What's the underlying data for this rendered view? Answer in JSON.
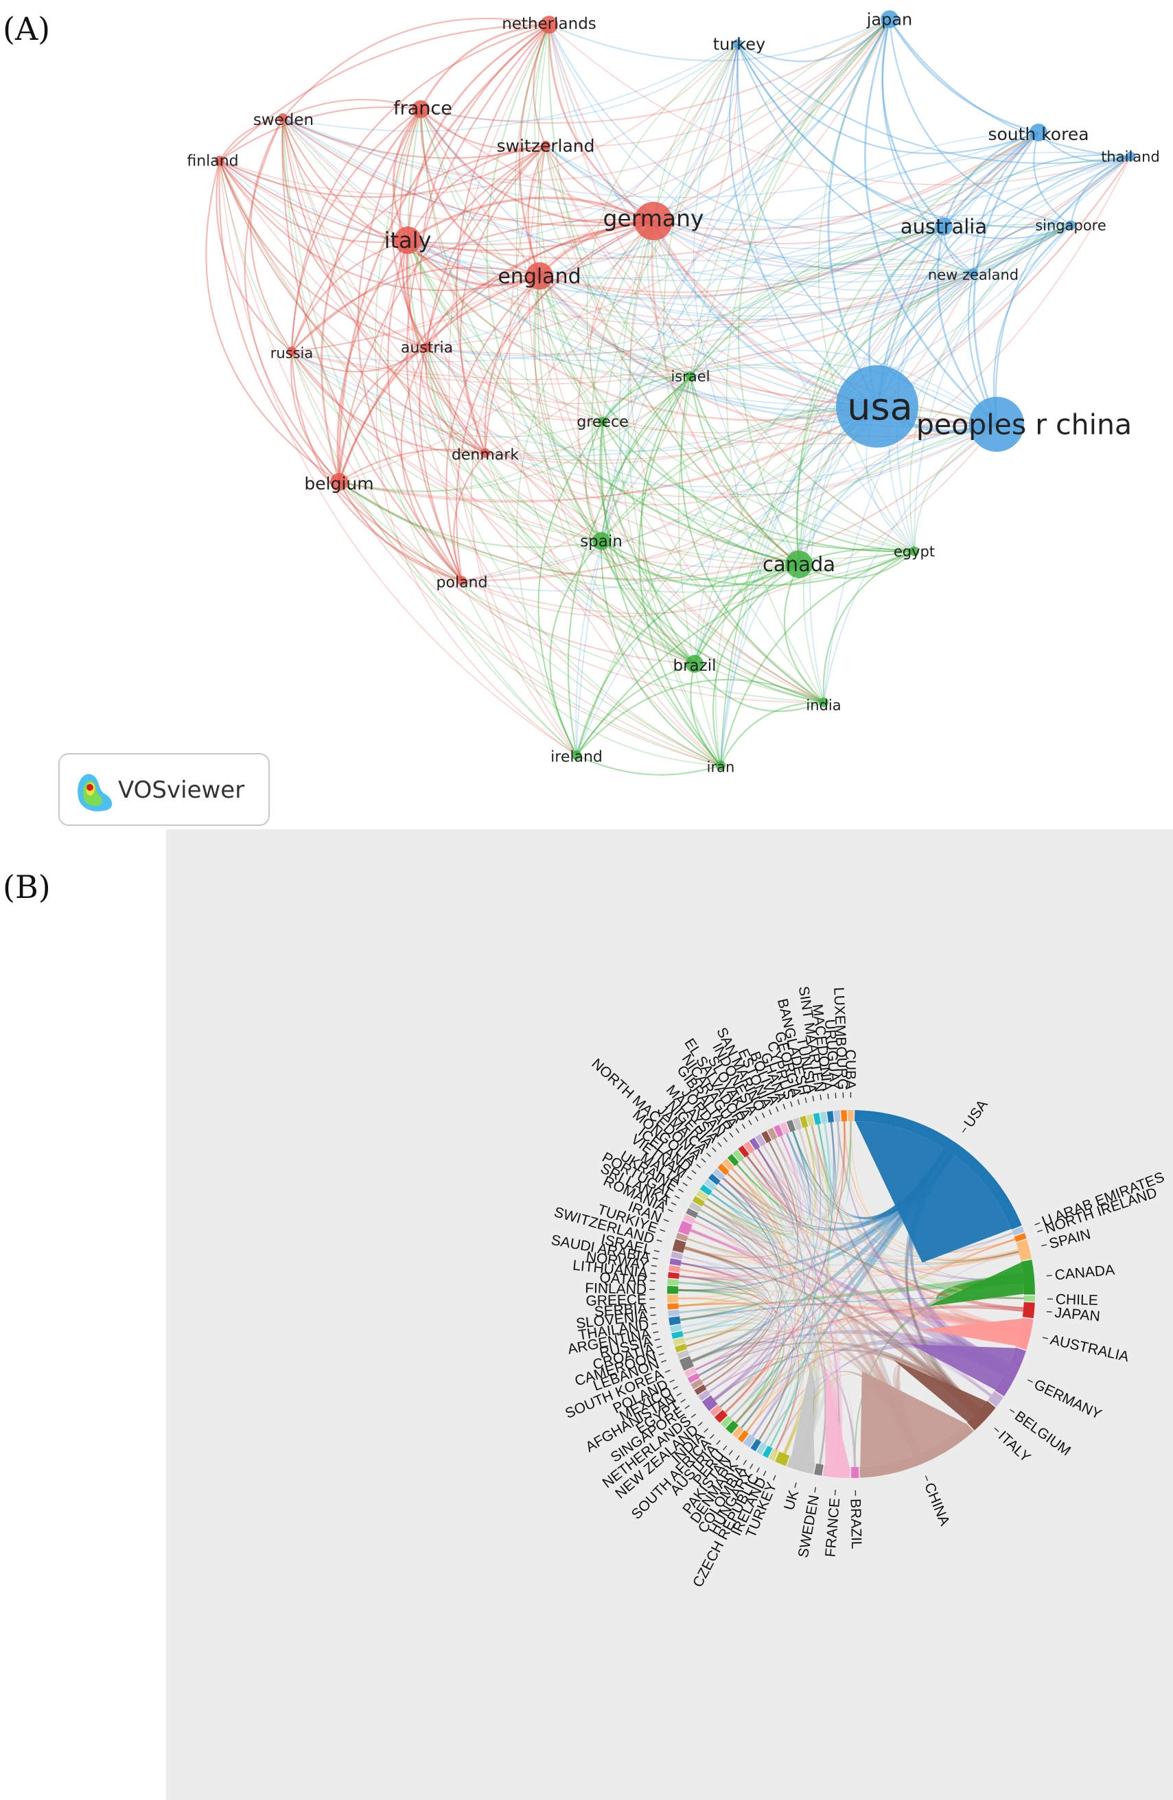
{
  "panels": {
    "a_label": "(A)",
    "b_label": "(B)"
  },
  "colors": {
    "red_cluster": "#e8584f",
    "green_cluster": "#3fb23f",
    "blue_cluster": "#4aa0e0",
    "chord_bg": "#ececec"
  },
  "network": {
    "logo_text": "VOSviewer",
    "nodes": [
      {
        "id": "netherlands",
        "label": "netherlands",
        "cluster": "red",
        "weight": 2
      },
      {
        "id": "france",
        "label": "france",
        "cluster": "red",
        "weight": 2
      },
      {
        "id": "sweden",
        "label": "sweden",
        "cluster": "red",
        "weight": 1
      },
      {
        "id": "finland",
        "label": "finland",
        "cluster": "red",
        "weight": 1
      },
      {
        "id": "switzerland",
        "label": "switzerland",
        "cluster": "red",
        "weight": 1
      },
      {
        "id": "germany",
        "label": "germany",
        "cluster": "red",
        "weight": 4
      },
      {
        "id": "italy",
        "label": "italy",
        "cluster": "red",
        "weight": 3
      },
      {
        "id": "england",
        "label": "england",
        "cluster": "red",
        "weight": 3
      },
      {
        "id": "russia",
        "label": "russia",
        "cluster": "red",
        "weight": 1
      },
      {
        "id": "austria",
        "label": "austria",
        "cluster": "red",
        "weight": 1
      },
      {
        "id": "denmark",
        "label": "denmark",
        "cluster": "red",
        "weight": 1
      },
      {
        "id": "belgium",
        "label": "belgium",
        "cluster": "red",
        "weight": 2
      },
      {
        "id": "poland",
        "label": "poland",
        "cluster": "red",
        "weight": 1
      },
      {
        "id": "turkey",
        "label": "turkey",
        "cluster": "blue",
        "weight": 1
      },
      {
        "id": "japan",
        "label": "japan",
        "cluster": "blue",
        "weight": 2
      },
      {
        "id": "south korea",
        "label": "south korea",
        "cluster": "blue",
        "weight": 2
      },
      {
        "id": "thailand",
        "label": "thailand",
        "cluster": "blue",
        "weight": 1
      },
      {
        "id": "australia",
        "label": "australia",
        "cluster": "blue",
        "weight": 2
      },
      {
        "id": "singapore",
        "label": "singapore",
        "cluster": "blue",
        "weight": 1
      },
      {
        "id": "new zealand",
        "label": "new zealand",
        "cluster": "blue",
        "weight": 1
      },
      {
        "id": "usa",
        "label": "usa",
        "cluster": "blue",
        "weight": 8
      },
      {
        "id": "peoples r china",
        "label": "peoples r china",
        "cluster": "blue",
        "weight": 6
      },
      {
        "id": "israel",
        "label": "israel",
        "cluster": "green",
        "weight": 1
      },
      {
        "id": "greece",
        "label": "greece",
        "cluster": "green",
        "weight": 1
      },
      {
        "id": "spain",
        "label": "spain",
        "cluster": "green",
        "weight": 2
      },
      {
        "id": "canada",
        "label": "canada",
        "cluster": "green",
        "weight": 3
      },
      {
        "id": "egypt",
        "label": "egypt",
        "cluster": "green",
        "weight": 1
      },
      {
        "id": "brazil",
        "label": "brazil",
        "cluster": "green",
        "weight": 2
      },
      {
        "id": "india",
        "label": "india",
        "cluster": "green",
        "weight": 1
      },
      {
        "id": "ireland",
        "label": "ireland",
        "cluster": "green",
        "weight": 1
      },
      {
        "id": "iran",
        "label": "iran",
        "cluster": "green",
        "weight": 1
      }
    ]
  },
  "chord": {
    "segments": [
      {
        "label": "USA",
        "color": "#1f77b4",
        "size": 55
      },
      {
        "label": "U ARAB EMIRATES",
        "color": "#aec7e8",
        "size": 1.5
      },
      {
        "label": "NORTH IRELAND",
        "color": "#ff7f0e",
        "size": 1.5
      },
      {
        "label": "SPAIN",
        "color": "#ffbb78",
        "size": 5
      },
      {
        "label": "CANADA",
        "color": "#2ca02c",
        "size": 9
      },
      {
        "label": "CHILE",
        "color": "#98df8a",
        "size": 1.5
      },
      {
        "label": "JAPAN",
        "color": "#d62728",
        "size": 4
      },
      {
        "label": "AUSTRALIA",
        "color": "#ff9896",
        "size": 8
      },
      {
        "label": "GERMANY",
        "color": "#9467bd",
        "size": 13
      },
      {
        "label": "BELGIUM",
        "color": "#c5b0d5",
        "size": 3
      },
      {
        "label": "ITALY",
        "color": "#8c564b",
        "size": 8
      },
      {
        "label": "CHINA",
        "color": "#c49c94",
        "size": 32
      },
      {
        "label": "BRAZIL",
        "color": "#e377c2",
        "size": 2
      },
      {
        "label": "FRANCE",
        "color": "#f7b6d2",
        "size": 7
      },
      {
        "label": "SWEDEN",
        "color": "#7f7f7f",
        "size": 2
      },
      {
        "label": "UK",
        "color": "#c7c7c7",
        "size": 7
      },
      {
        "label": "TURKEY",
        "color": "#bcbd22",
        "size": 3
      },
      {
        "label": "IRELAND",
        "color": "#dbdb8d",
        "size": 1.5
      },
      {
        "label": "CZECH REPUBLIC",
        "color": "#17becf",
        "size": 1.5
      },
      {
        "label": "HUNGARY",
        "color": "#9edae5",
        "size": 1.5
      },
      {
        "label": "COLOMBIA",
        "color": "#1f77b4",
        "size": 1.5
      },
      {
        "label": "DENMARK",
        "color": "#aec7e8",
        "size": 2
      },
      {
        "label": "PAKISTAN",
        "color": "#ff7f0e",
        "size": 1.5
      },
      {
        "label": "PERU",
        "color": "#ffbb78",
        "size": 1.5
      },
      {
        "label": "AUSTRIA",
        "color": "#2ca02c",
        "size": 2
      },
      {
        "label": "SOUTH AFRICA",
        "color": "#98df8a",
        "size": 1.5
      },
      {
        "label": "INDIA",
        "color": "#d62728",
        "size": 2
      },
      {
        "label": "NEW ZEALAND",
        "color": "#ff9896",
        "size": 1.5
      },
      {
        "label": "NETHERLANDS",
        "color": "#9467bd",
        "size": 3
      },
      {
        "label": "SINGAPORE",
        "color": "#c5b0d5",
        "size": 1.5
      },
      {
        "label": "EGYPT",
        "color": "#8c564b",
        "size": 1.5
      },
      {
        "label": "AFGHANISTAN",
        "color": "#c49c94",
        "size": 1.5
      },
      {
        "label": "MEXICO",
        "color": "#e377c2",
        "size": 1.5
      },
      {
        "label": "POLAND",
        "color": "#f7b6d2",
        "size": 1.5
      },
      {
        "label": "SOUTH KOREA",
        "color": "#7f7f7f",
        "size": 3
      },
      {
        "label": "LEBANON",
        "color": "#c7c7c7",
        "size": 1.5
      },
      {
        "label": "CAMEROON",
        "color": "#bcbd22",
        "size": 1.5
      },
      {
        "label": "CROATIA",
        "color": "#dbdb8d",
        "size": 1.5
      },
      {
        "label": "RUSSIA",
        "color": "#17becf",
        "size": 1.5
      },
      {
        "label": "ARGENTINA",
        "color": "#9edae5",
        "size": 1.5
      },
      {
        "label": "THAILAND",
        "color": "#1f77b4",
        "size": 2
      },
      {
        "label": "SLOVENIA",
        "color": "#aec7e8",
        "size": 1.5
      },
      {
        "label": "SERBIA",
        "color": "#ff7f0e",
        "size": 1.5
      },
      {
        "label": "GREECE",
        "color": "#ffbb78",
        "size": 2
      },
      {
        "label": "FINLAND",
        "color": "#2ca02c",
        "size": 2
      },
      {
        "label": "QATAR",
        "color": "#98df8a",
        "size": 1.5
      },
      {
        "label": "LITHUANIA",
        "color": "#d62728",
        "size": 1.5
      },
      {
        "label": "NORWAY",
        "color": "#ff9896",
        "size": 1.5
      },
      {
        "label": "SAUDI ARABIA",
        "color": "#9467bd",
        "size": 1.5
      },
      {
        "label": "ISRAEL",
        "color": "#c5b0d5",
        "size": 1.5
      },
      {
        "label": "SWITZERLAND",
        "color": "#8c564b",
        "size": 3
      },
      {
        "label": "TURKIYE",
        "color": "#c49c94",
        "size": 1.5
      },
      {
        "label": "IRAN",
        "color": "#e377c2",
        "size": 3
      },
      {
        "label": "ROMANIA",
        "color": "#f7b6d2",
        "size": 1.5
      },
      {
        "label": "SRI LANKA",
        "color": "#7f7f7f",
        "size": 1.5
      },
      {
        "label": "PORTUGAL",
        "color": "#c7c7c7",
        "size": 1.5
      },
      {
        "label": "UKRAINE",
        "color": "#bcbd22",
        "size": 1.5
      },
      {
        "label": "MALTA",
        "color": "#dbdb8d",
        "size": 1.5
      },
      {
        "label": "VIETNAM",
        "color": "#17becf",
        "size": 1.5
      },
      {
        "label": "ICELAND",
        "color": "#9edae5",
        "size": 1.5
      },
      {
        "label": "MONGOLIA",
        "color": "#1f77b4",
        "size": 1.5
      },
      {
        "label": "NORTH MACEDONIA",
        "color": "#aec7e8",
        "size": 1.5
      },
      {
        "label": "JAMAICA",
        "color": "#ff7f0e",
        "size": 1.5
      },
      {
        "label": "NIGERIA",
        "color": "#ffbb78",
        "size": 1.5
      },
      {
        "label": "MALAYSIA",
        "color": "#2ca02c",
        "size": 1.5
      },
      {
        "label": "JORDAN",
        "color": "#98df8a",
        "size": 1.5
      },
      {
        "label": "GIBRALTAR",
        "color": "#d62728",
        "size": 1.5
      },
      {
        "label": "NICARAGUA",
        "color": "#ff9896",
        "size": 1.5
      },
      {
        "label": "EL SALVADOR",
        "color": "#9467bd",
        "size": 1.5
      },
      {
        "label": "SLOVAKIA",
        "color": "#c5b0d5",
        "size": 1.5
      },
      {
        "label": "INDONESIA",
        "color": "#8c564b",
        "size": 1.5
      },
      {
        "label": "SAN MARINO",
        "color": "#c49c94",
        "size": 1.5
      },
      {
        "label": "ESTONIA",
        "color": "#e377c2",
        "size": 1.5
      },
      {
        "label": "BOLIVIA",
        "color": "#f7b6d2",
        "size": 1.5
      },
      {
        "label": "GHANA",
        "color": "#7f7f7f",
        "size": 1.5
      },
      {
        "label": "CYPRUS",
        "color": "#c7c7c7",
        "size": 1.5
      },
      {
        "label": "GEORGIA",
        "color": "#bcbd22",
        "size": 1.5
      },
      {
        "label": "BANGLADESH",
        "color": "#dbdb8d",
        "size": 1.5
      },
      {
        "label": "TUNISIA",
        "color": "#17becf",
        "size": 1.5
      },
      {
        "label": "SINT MAARTEN",
        "color": "#9edae5",
        "size": 1.5
      },
      {
        "label": "MACEDONIA",
        "color": "#1f77b4",
        "size": 1.5
      },
      {
        "label": "URUGUAY",
        "color": "#aec7e8",
        "size": 1.5
      },
      {
        "label": "LUXEMBOURG",
        "color": "#ff7f0e",
        "size": 1.5
      },
      {
        "label": "CUBA",
        "color": "#ffbb78",
        "size": 1.5
      }
    ]
  }
}
